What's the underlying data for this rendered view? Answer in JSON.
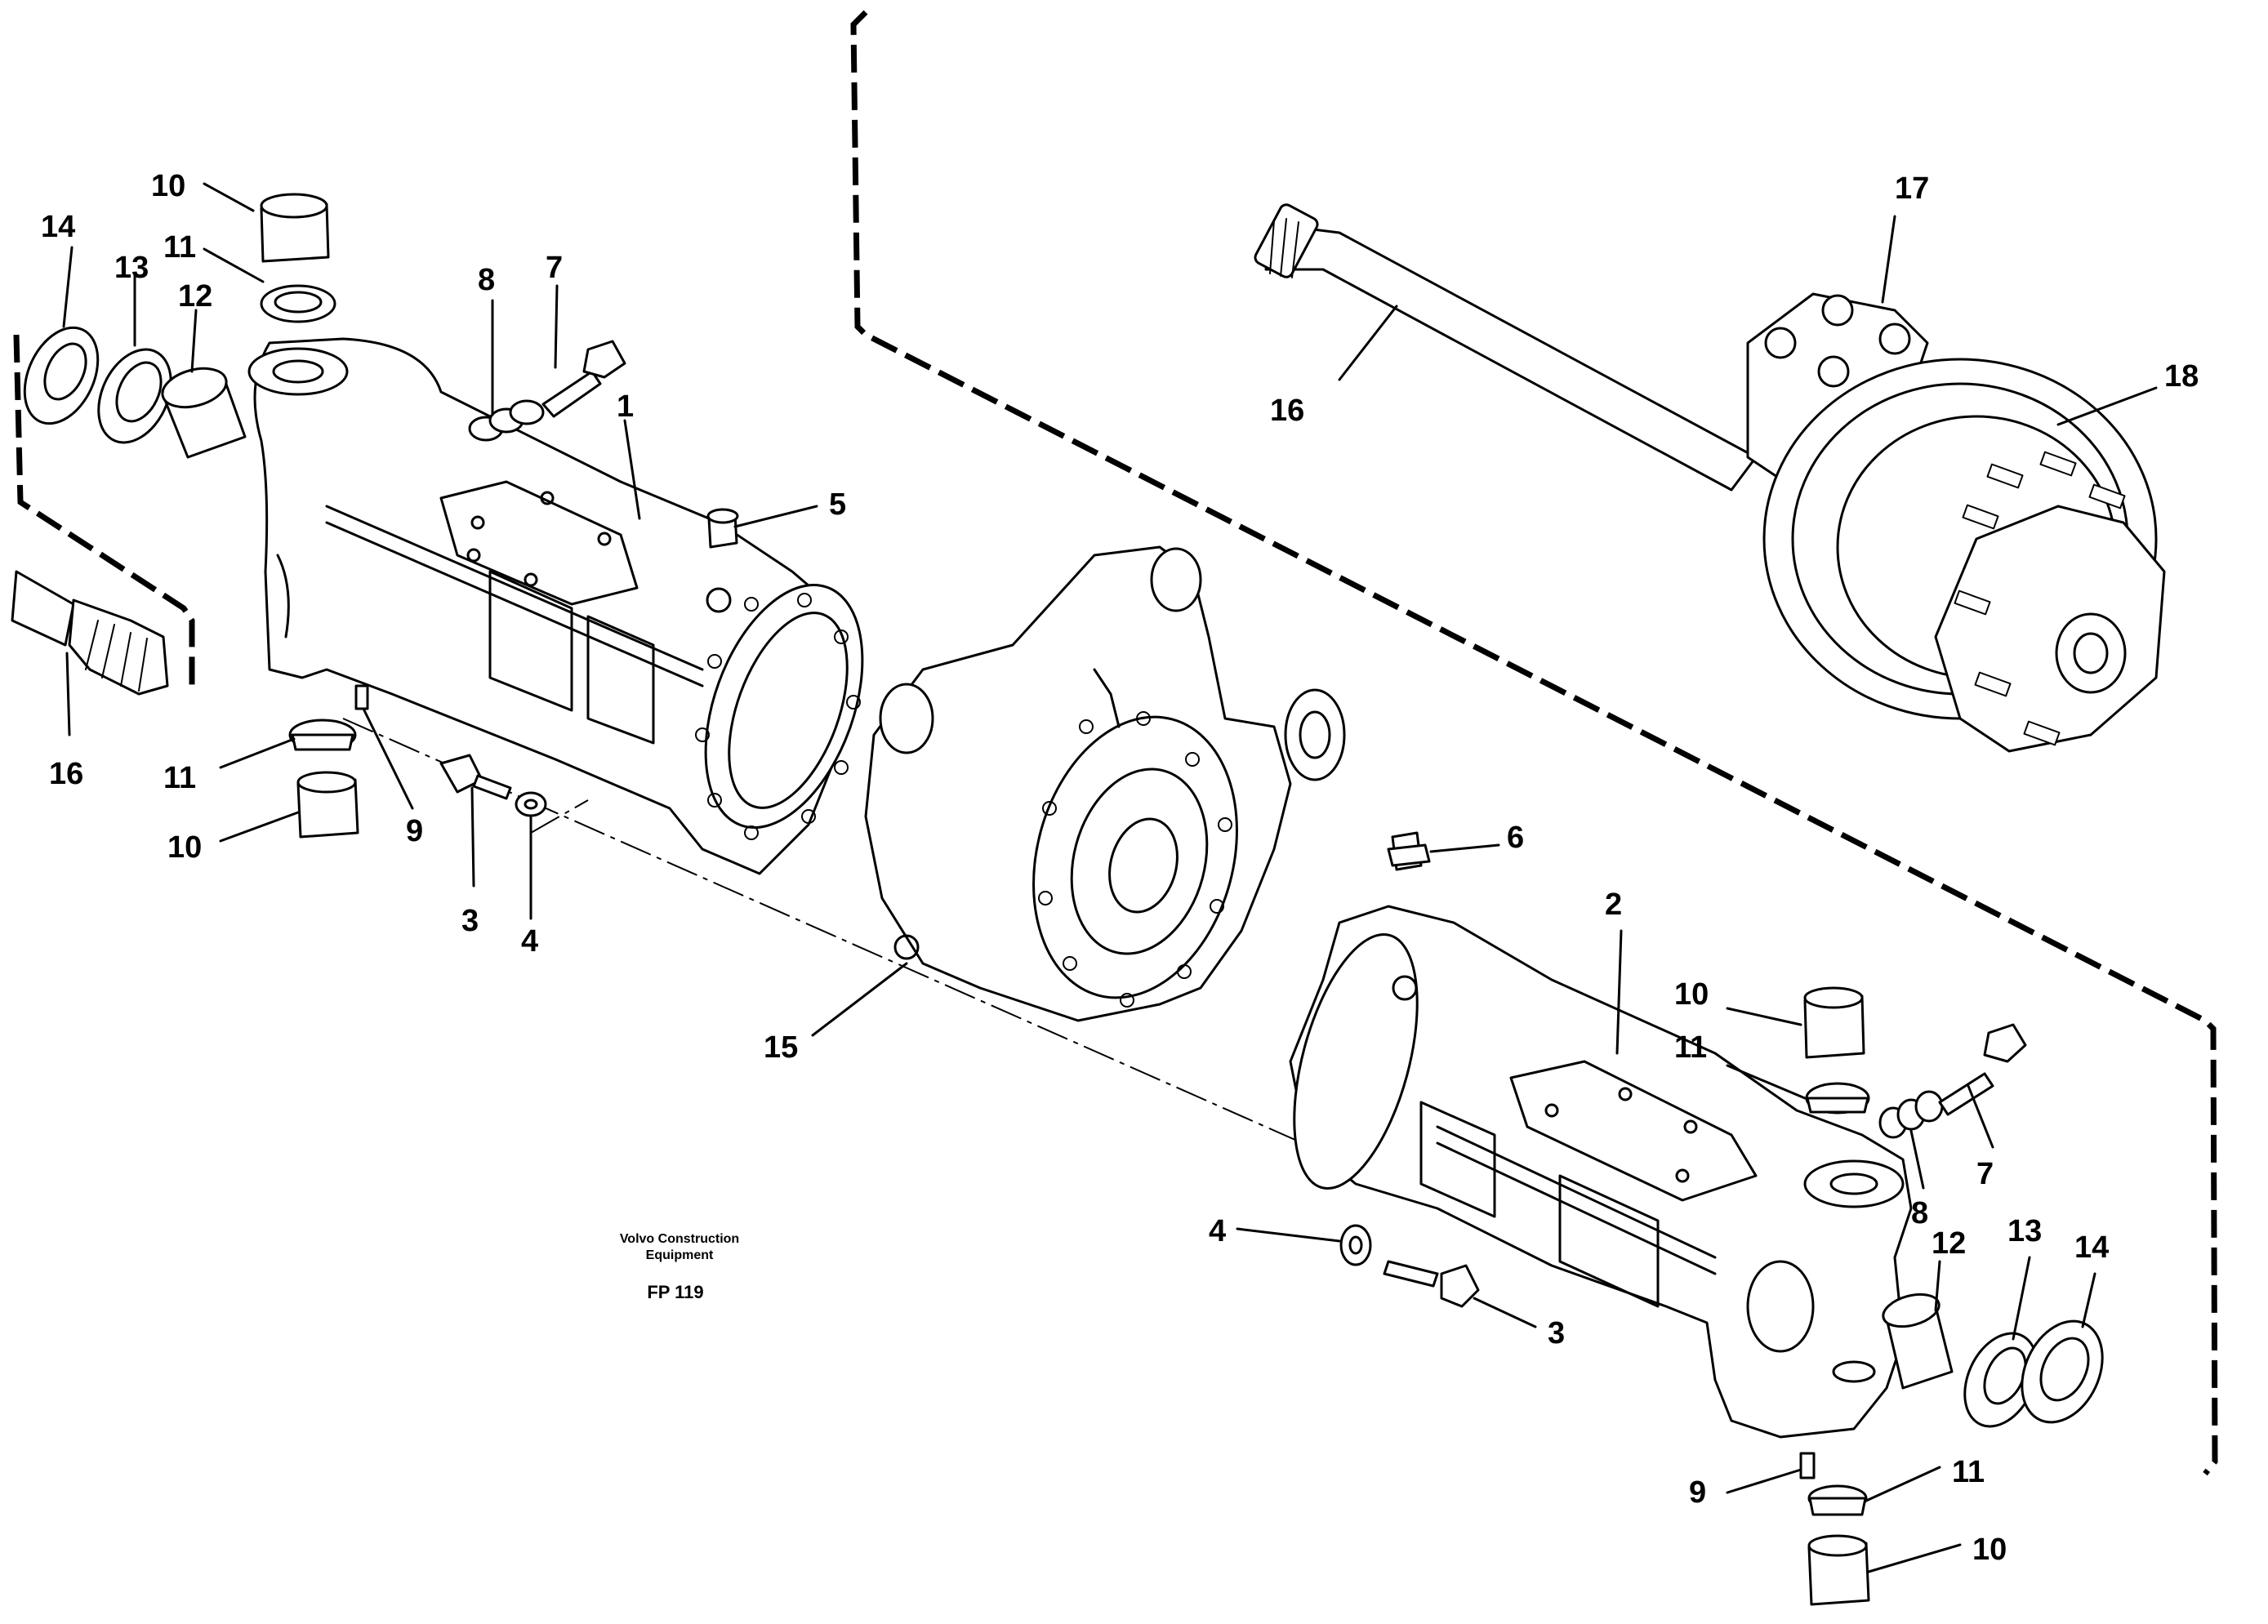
{
  "caption": {
    "maker_line1": "Volvo Construction",
    "maker_line2": "Equipment",
    "figure_code": "FP 119"
  },
  "callouts": {
    "left_group": {
      "c10_top": "10",
      "c14": "14",
      "c13": "13",
      "c11_top": "11",
      "c12": "12",
      "c8": "8",
      "c7": "7",
      "c1": "1",
      "c5": "5",
      "c16": "16",
      "c11_bottom": "11",
      "c10_bottom": "10",
      "c9": "9",
      "c3": "3",
      "c4": "4"
    },
    "center_group": {
      "c15": "15"
    },
    "upper_right_group": {
      "c17": "17",
      "c16": "16",
      "c18": "18"
    },
    "right_group": {
      "c6": "6",
      "c2": "2",
      "c10_top": "10",
      "c11_top": "11",
      "c7": "7",
      "c8": "8",
      "c12": "12",
      "c13": "13",
      "c14": "14",
      "c4": "4",
      "c3": "3",
      "c9": "9",
      "c11_bottom": "11",
      "c10_bottom": "10"
    }
  }
}
